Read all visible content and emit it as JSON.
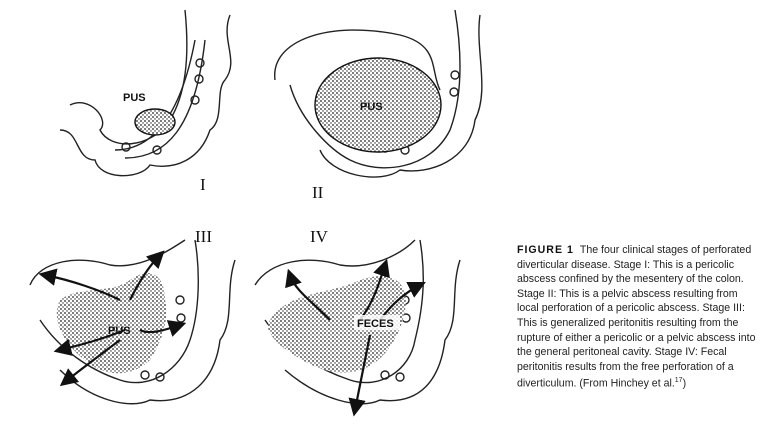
{
  "figure": {
    "panels": [
      {
        "numeral": "I",
        "label": "PUS"
      },
      {
        "numeral": "II",
        "label": "PUS"
      },
      {
        "numeral": "III",
        "label": "PUS"
      },
      {
        "numeral": "IV",
        "label": "FECES"
      }
    ],
    "caption": {
      "label": "FIGURE 1",
      "text": "The four clinical stages of perforated diverticular disease. Stage I: This is a pericolic abscess confined by the mesentery of the colon. Stage II: This is a pelvic abscess resulting from local perforation of a pericolic abscess. Stage III: This is generalized peritonitis resulting from the rupture of either a pericolic or a pelvic abscess into the general peritoneal cavity. Stage IV: Fecal peritonitis results from the free perforation of a diverticulum. (From Hinchey et al.",
      "ref": "17",
      "close": ")"
    }
  }
}
